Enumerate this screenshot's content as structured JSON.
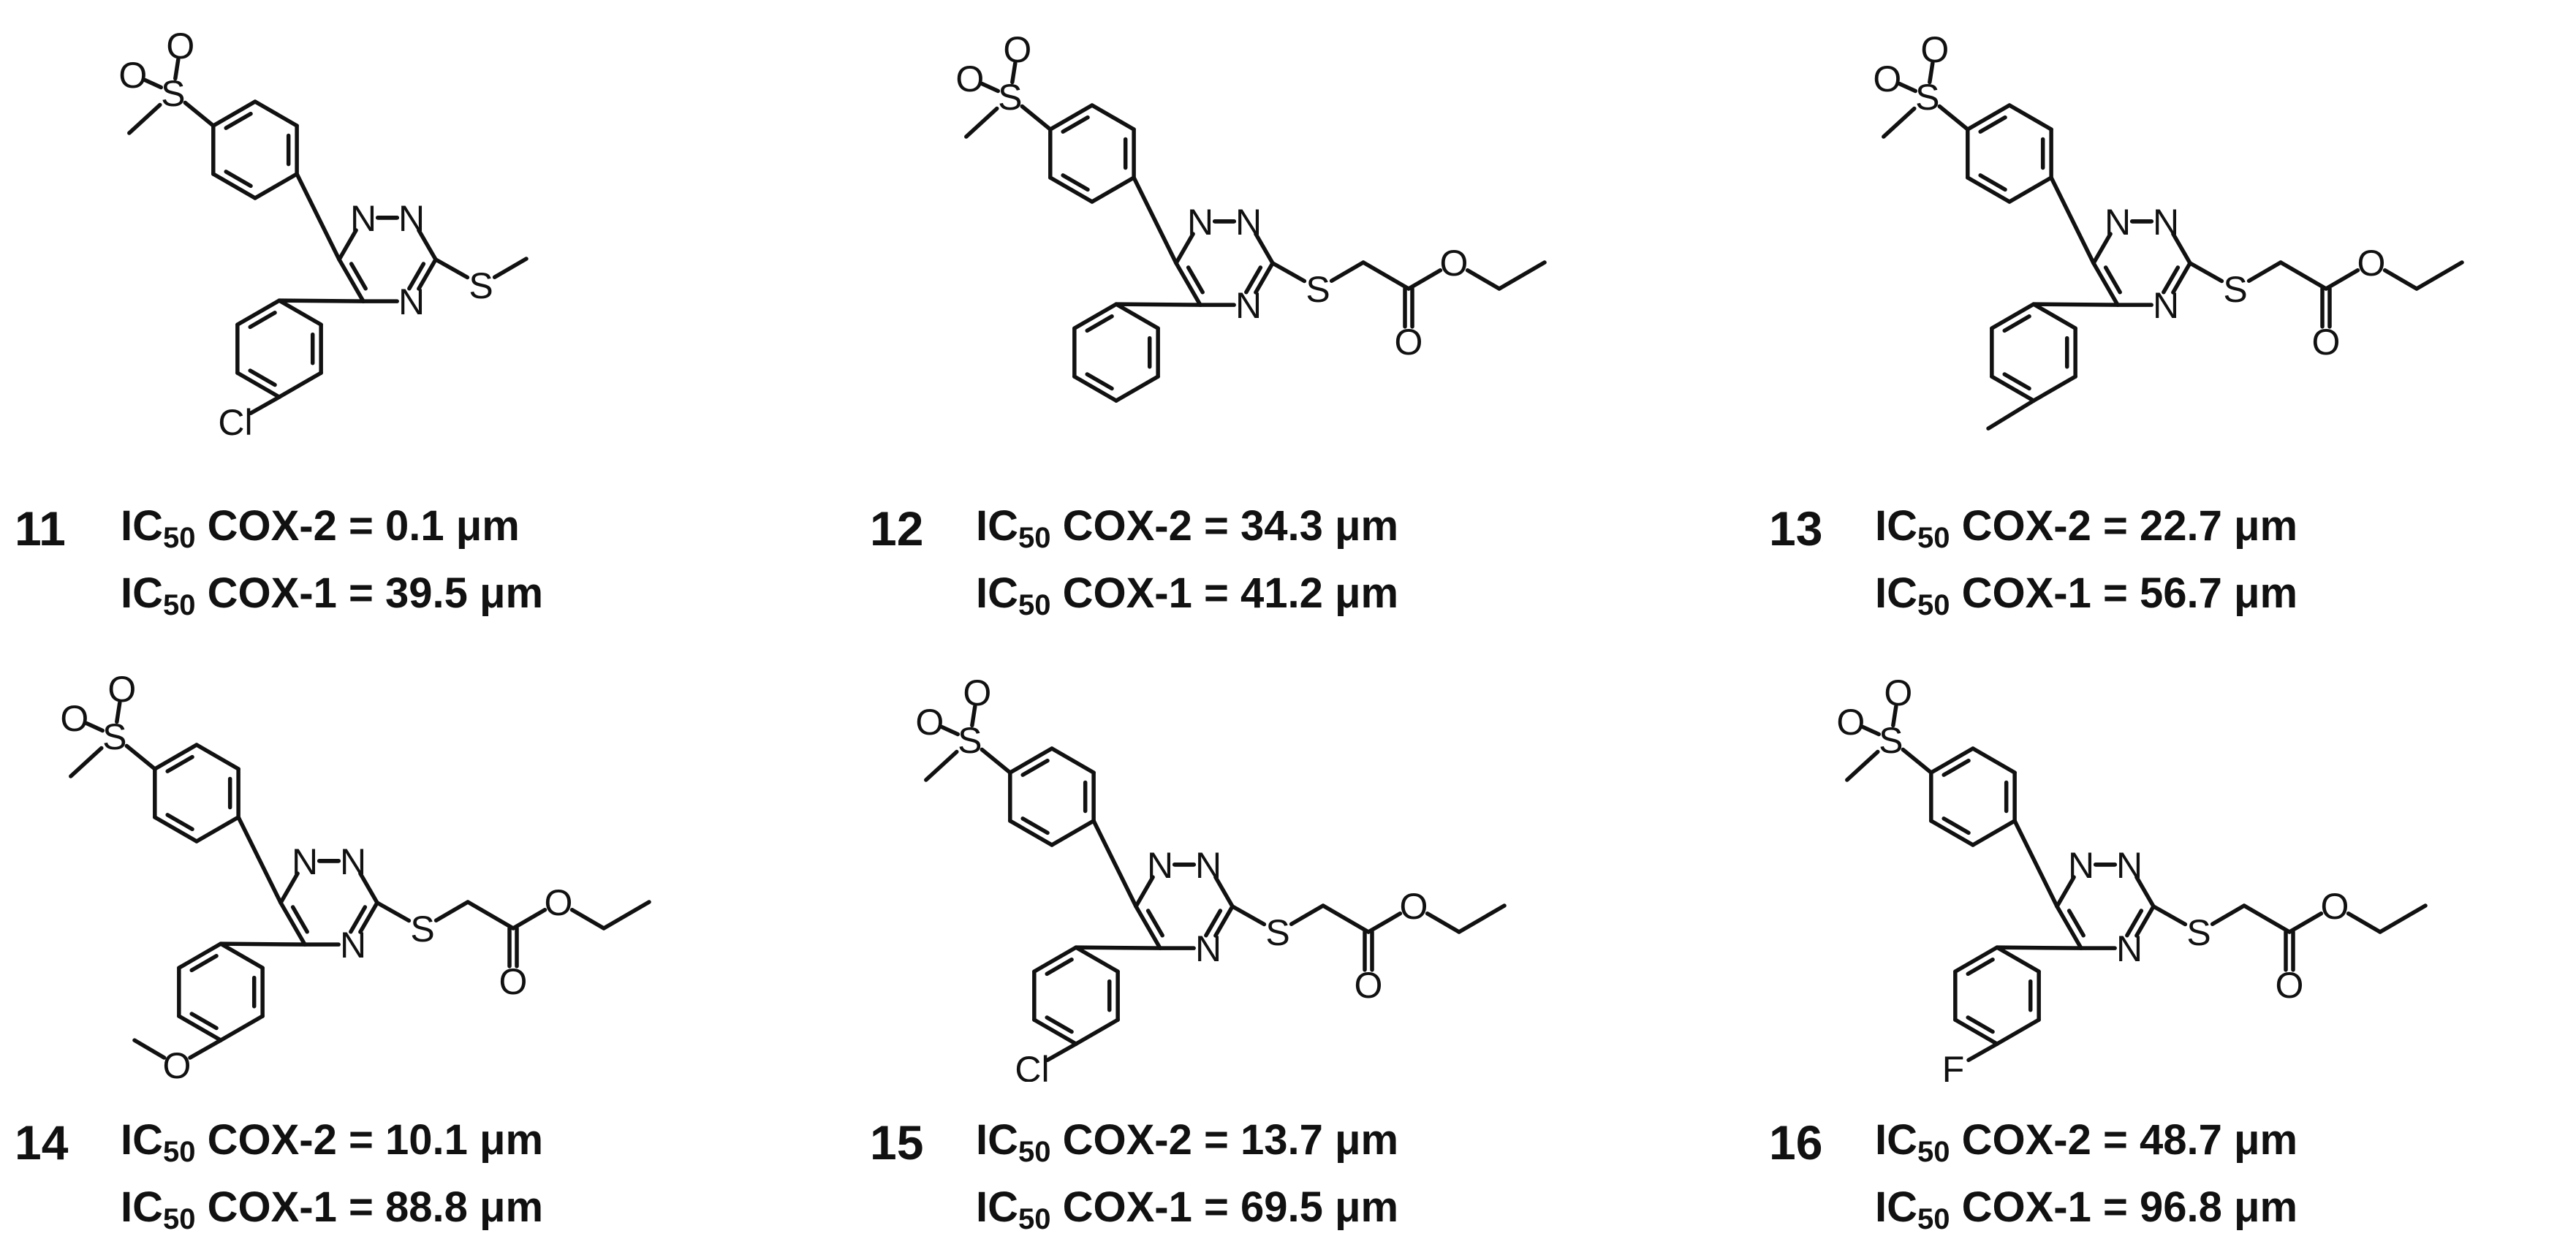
{
  "compounds": [
    {
      "number": "11",
      "ic50_prefix": "IC",
      "ic50_subscript": "50",
      "cox2": "COX-2 = 0.1 μm",
      "cox1": "COX-1 = 39.5 μm",
      "substituent": "Cl",
      "tail": "methylthio"
    },
    {
      "number": "12",
      "ic50_prefix": "IC",
      "ic50_subscript": "50",
      "cox2": "COX-2 = 34.3 μm",
      "cox1": "COX-1 = 41.2 μm",
      "substituent": "",
      "tail": "ethyl thioacetate"
    },
    {
      "number": "13",
      "ic50_prefix": "IC",
      "ic50_subscript": "50",
      "cox2": "COX-2 = 22.7 μm",
      "cox1": "COX-1 = 56.7 μm",
      "substituent": "methyl",
      "tail": "ethyl thioacetate"
    },
    {
      "number": "14",
      "ic50_prefix": "IC",
      "ic50_subscript": "50",
      "cox2": "COX-2 = 10.1 μm",
      "cox1": "COX-1 = 88.8 μm",
      "substituent": "O",
      "tail": "ethyl thioacetate"
    },
    {
      "number": "15",
      "ic50_prefix": "IC",
      "ic50_subscript": "50",
      "cox2": "COX-2 = 13.7 μm",
      "cox1": "COX-1 = 69.5 μm",
      "substituent": "Cl",
      "tail": "ethyl thioacetate"
    },
    {
      "number": "16",
      "ic50_prefix": "IC",
      "ic50_subscript": "50",
      "cox2": "COX-2 = 48.7 μm",
      "cox1": "COX-1 = 96.8 μm",
      "substituent": "F",
      "tail": "ethyl thioacetate"
    }
  ],
  "atom_labels": {
    "sulfur": "S",
    "oxygen": "O",
    "nitrogen": "N"
  },
  "colors": {
    "ink": "#111111",
    "background": "#ffffff"
  }
}
